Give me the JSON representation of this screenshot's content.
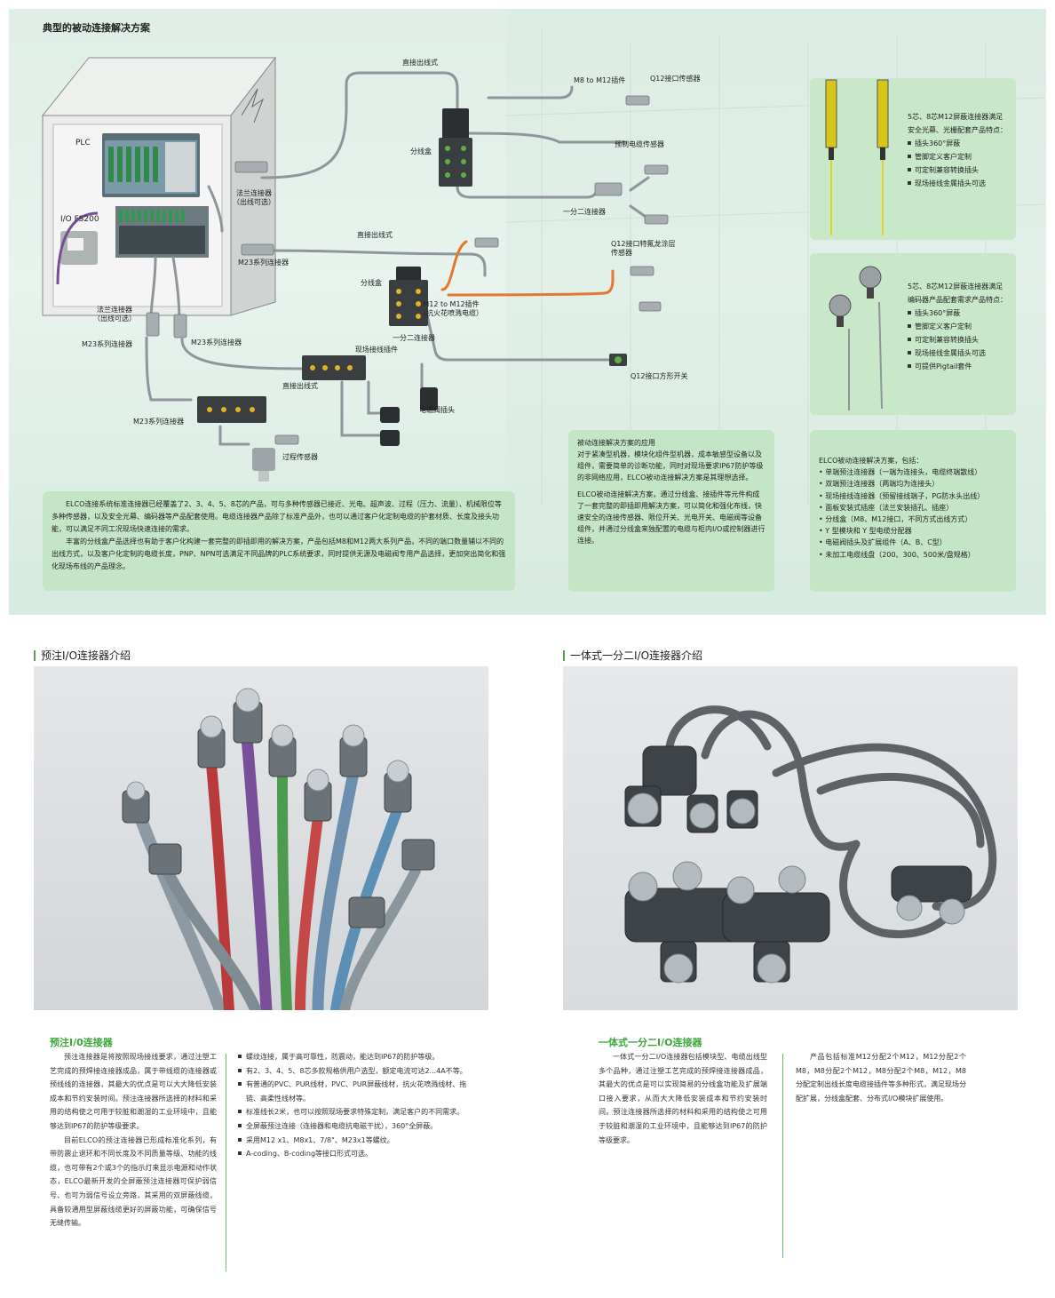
{
  "diagram": {
    "title": "典型的被动连接解决方案",
    "labels": {
      "plc": "PLC",
      "io": "I/O FS200",
      "flange_top": "法兰连接器\n（出线可选）",
      "m23_mid": "M23系列连接器",
      "flange_bottom": "法兰连接器\n（出线可选）",
      "m23_left": "M23系列连接器",
      "m23_right": "M23系列连接器",
      "m23_low": "M23系列连接器",
      "direct_top": "直接出线式",
      "splitter_top": "分线盒",
      "m8_m12": "M8 to M12插件",
      "q12_sensor": "Q12接口传感器",
      "premade_sensor": "预制电缆传感器",
      "y_split_top": "一分二连接器",
      "direct_mid": "直接出线式",
      "q12_teflon": "Q12接口特氟龙涂层\n传感器",
      "splitter_mid": "分线盒",
      "m12_m12": "M12 to M12插件\n（抗火花喷溅电缆）",
      "y_split_mid": "一分二连接器",
      "field_plug": "现场接线插件",
      "q12_square": "Q12接口方形开关",
      "direct_low": "直接出线式",
      "valve_plug": "电磁阀插头",
      "process_sensor": "过程传感器"
    },
    "box_main": {
      "p1": "ELCO连接系统标准连接器已经覆盖了2、3、4、5、8芯的产品，可与多种传感器已接近、光电、超声波、过程（压力、流量）、机械限位等多种传感器，以及安全光幕、编码器等产品配套使用。电缆连接器产品除了标准产品外，也可以通过客户化定制电缆的护套材质、长度及接头功能，可以满足不同工况现场快速连接的需求。",
      "p2": "丰富的分线盒产品选择也有助于客户化构建一套完整的即插即用的解决方案，产品包括M8和M12两大系列产品，不同的端口数量辅以不同的出线方式，以及客户化定制的电缆长度，PNP、NPN可选满足不同品牌的PLC系统要求，同时提供无源及电磁阀专用产品选择，更加突出简化和强化现场布线的产品理念。"
    },
    "box_center": {
      "p1": "被动连接解决方案的应用\n对于紧凑型机器，模块化组件型机器，成本敏感型设备以及组件，需要简单的诊断功能，同时对现场要求IP67防护等级的非网络应用，ELCO被动连接解决方案是其理想选择。",
      "p2": "ELCO被动连接解决方案，通过分线盒、接插件等元件构成了一套完整的即插即用解决方案，可以简化和强化布线，快速安全的连接传感器、限位开关、光电开关、电磁阀等设备组件，并通过分线盒来独配置的电缆与柜内I/O或控制器进行连接。"
    },
    "box_right": {
      "intro": "ELCO被动连接解决方案，包括：",
      "items": [
        "• 单端预注连接器（一端为连接头，电缆终端散线）",
        "• 双端预注连接器（两端均为连接头）",
        "• 现场接线连接器（预留接线端子，PG防水头出线）",
        "• 面板安装式插座（法兰安装插孔、插座）",
        "• 分线盒（M8、M12接口，不同方式出线方式）",
        "• Y 型模块和 Y 型电缆分配器",
        "• 电磁阀插头及扩展组件（A、B、C型）",
        "• 未加工电缆线盘（200、300、500米/盘规格）"
      ]
    },
    "box_lightcurtain": {
      "intro": "5芯、8芯M12屏蔽连接器满足安全光幕、光栅配套产品特点：",
      "items": [
        "插头360°屏蔽",
        "管脚定义客户定制",
        "可定制兼容转换插头",
        "现场接线金属插头可选"
      ]
    },
    "box_encoder": {
      "intro": "5芯、8芯M12屏蔽连接器满足编码器产品配套需求产品特点：",
      "items": [
        "插头360°屏蔽",
        "管脚定义客户定制",
        "可定制兼容转换插头",
        "现场接线金属插头可选",
        "可提供Pigtail套件"
      ]
    }
  },
  "section_left": {
    "title": "预注I/O连接器介绍",
    "heading": "预注I/0连接器",
    "paragraphs": [
      "预注连接器是将按照现场接线要求，通过注塑工艺完成的预焊接连接器成品，属于带线缆的连接器或预线线的连接器，其最大的优点是可以大大降低安装成本和节约安装时间。预注连接器所选择的材料和采用的结构使之可用于较脏和潮湿的工业环境中，且能够达到IP67的防护等级要求。",
      "目前ELCO的预注连接器已形成标准化系列，有带防震止退环和不同长度及不同质量等级、功能的线缆，也可带有2个或3个的指示灯来显示电源和动作状态，ELCO最新开发的全屏蔽预注连接器可保护弱信号、也可为弱信号设立旁路，其采用的双屏蔽线缆，具备较通用型屏蔽线缆更好的屏蔽功能，可确保信号无缝传输。"
    ],
    "bullets": [
      "螺纹连接，属于高可靠性，防震动，能达到IP67的防护等级。",
      "有2、3、4、5、8芯多款规格供用户选型，额定电流可达2...4A不等。",
      "有普通的PVC、PUR线材，PVC、PUR屏蔽线材，抗火花喷溅线材、拖链、高柔性线材等。",
      "标准线长2米，也可以按照现场要求特殊定制，满足客户的不同需求。",
      "全屏蔽预注连接（连接器和电缆抗电磁干扰），360°全屏蔽。",
      "采用M12 x1、M8x1、7/8\"、M23x1等螺纹。",
      "A-coding、B-coding等接口形式可选。"
    ]
  },
  "section_right": {
    "title": "一体式一分二I/O连接器介绍",
    "heading": "一体式一分二I/O连接器",
    "paragraph_left": "一体式一分二I/O连接器包括模块型、电缆出线型多个品种，通过注塑工艺完成的预焊接连接器成品，其最大的优点是可以实现简易的分线盒功能及扩展端口接入要求，从而大大降低安装成本和节约安装时间。预注连接器所选择的材料和采用的结构使之可用于较脏和潮湿的工业环境中，且能够达到IP67的防护等级要求。",
    "paragraph_right": "产品包括标准M12分配2个M12，M12分配2个M8，M8分配2个M12，M8分配2个M8，M12，M8分配定制出线长度电缆接插件等多种形式，满足现场分配扩展，分线盒配套、分布式I/O模块扩展使用。"
  },
  "colors": {
    "accent_green": "#3aa83a",
    "box_green": "#c5e6c6",
    "cable_gray": "#8f959b",
    "cable_orange": "#e07a30"
  }
}
